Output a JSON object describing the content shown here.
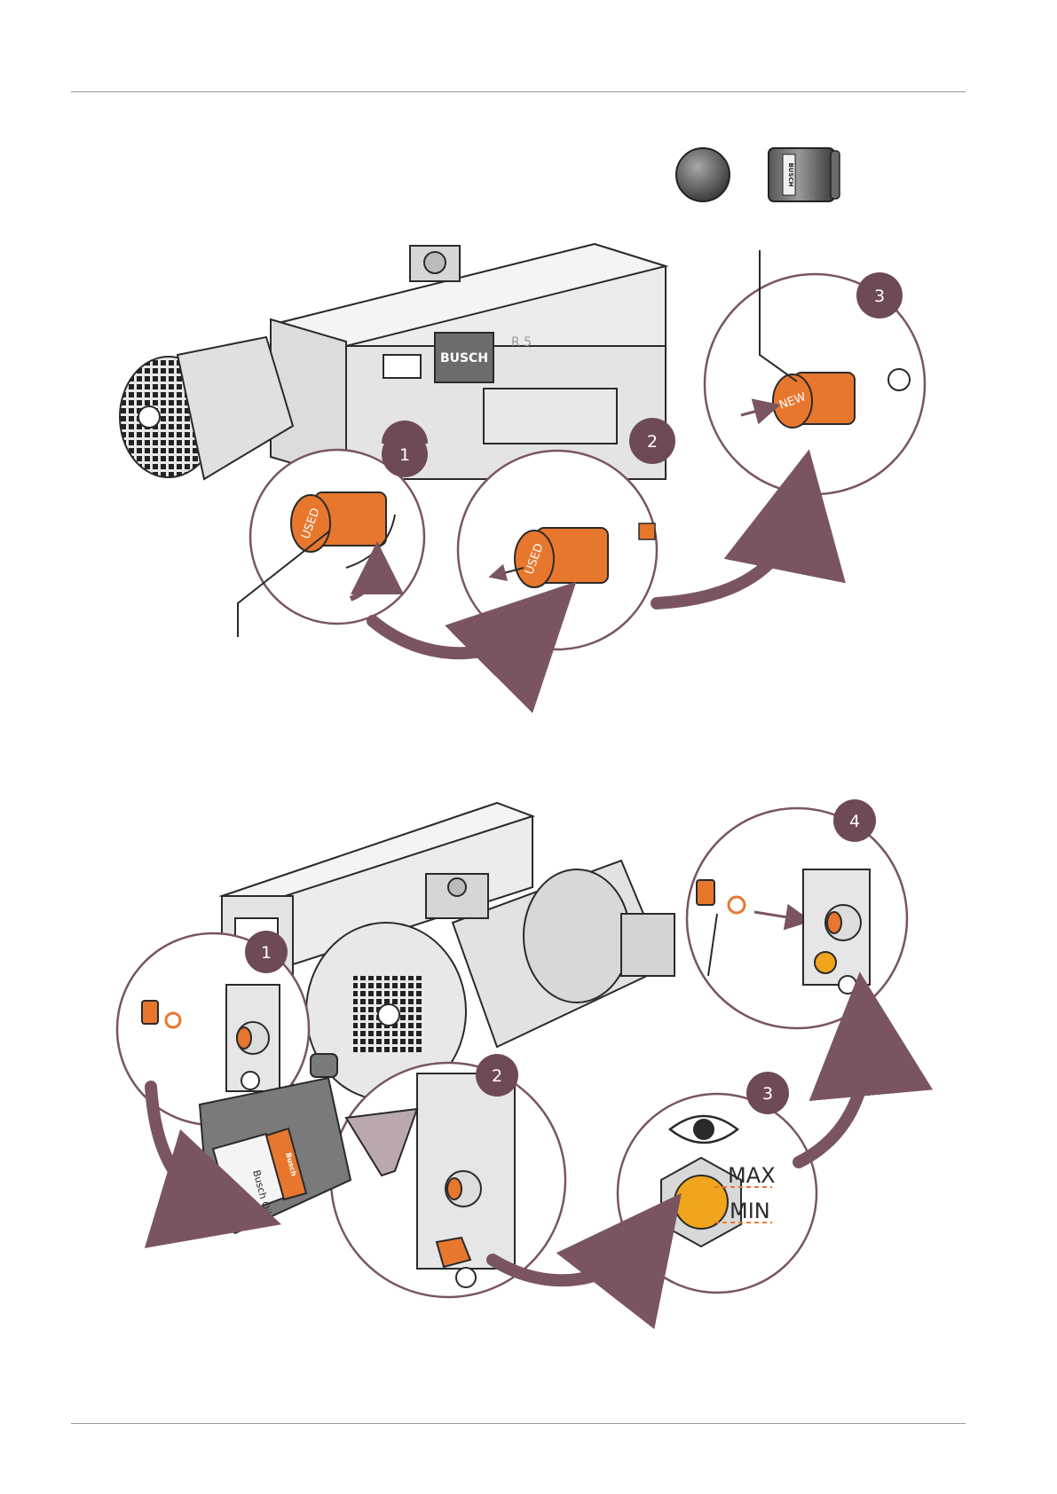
{
  "colors": {
    "accent_orange": "#e8772e",
    "badge_purple": "#6e4a56",
    "arrow_purple": "#7a5560",
    "line_gray": "#9a9a9a",
    "machine_gray": "#e8e8e8"
  },
  "top_illustration": {
    "brand": "BUSCH",
    "model": "R 5",
    "filter_logo": "BUSCH",
    "used_label": "USED",
    "new_label": "NEW",
    "steps": [
      "1",
      "2",
      "3"
    ]
  },
  "bottom_illustration": {
    "steps": [
      "1",
      "2",
      "3",
      "4"
    ],
    "oil_brand": "Busch",
    "oil_label": "Busch Oil",
    "sight_max": "MAX",
    "sight_min": "MIN",
    "sight_icon": "eye-icon"
  }
}
